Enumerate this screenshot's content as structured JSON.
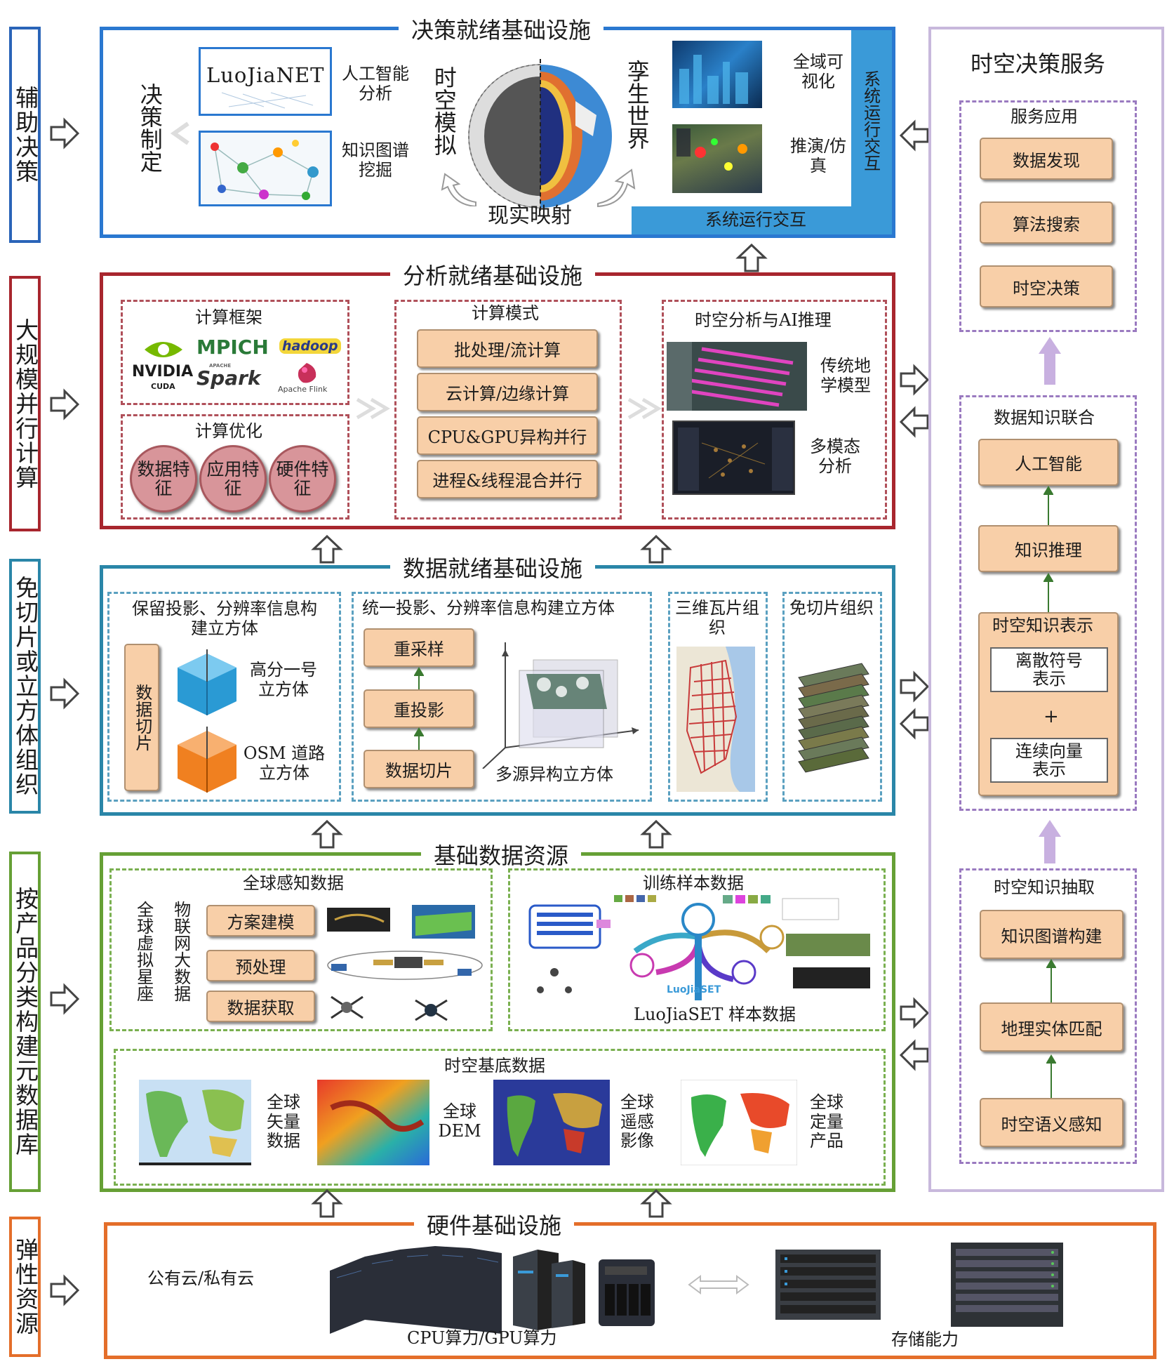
{
  "left_labels": [
    "辅助决策",
    "大规模并行计算",
    "免切片或立方体组织",
    "按产品分类构建元数据库",
    "弹性资源"
  ],
  "decision": {
    "title": "决策就绪基础设施",
    "decide": "决策制定",
    "luojianet": "LuoJiaNET",
    "ai": "人工智能分析",
    "kg": "知识图谱挖掘",
    "sim": "时空模拟",
    "twin": "孪生世界",
    "mapping": "现实映射",
    "viz": "全域可视化",
    "deduce": "推演/仿真",
    "interact_v": "系统运行交互",
    "interact_h": "系统运行交互"
  },
  "analysis": {
    "title": "分析就绪基础设施",
    "framework": "计算框架",
    "logos": {
      "nvidia": "NVIDIA",
      "cuda": "CUDA",
      "mpich": "MPICH",
      "hadoop": "hadoop",
      "spark": "Spark",
      "apache": "APACHE",
      "flink": "Apache Flink"
    },
    "optimize": "计算优化",
    "circles": [
      "数据特征",
      "应用特征",
      "硬件特征"
    ],
    "mode": "计算模式",
    "modes": [
      "批处理/流计算",
      "云计算/边缘计算",
      "CPU&GPU异构并行",
      "进程&线程混合并行"
    ],
    "st": "时空分析与AI推理",
    "geo": "传统地学模型",
    "multi": "多模态分析"
  },
  "data_ready": {
    "title": "数据就绪基础设施",
    "keep": "保留投影、分辨率信息构建立方体",
    "slice": "数据切片",
    "gf": "高分一号立方体",
    "osm": "OSM 道路立方体",
    "unify": "统一投影、分辨率信息构建立方体",
    "steps": [
      "重采样",
      "重投影",
      "数据切片"
    ],
    "multi": "多源异构立方体",
    "tile3d": "三维瓦片组织",
    "notile": "免切片组织"
  },
  "base": {
    "title": "基础数据资源",
    "global": "全球感知数据",
    "vc": "全球虚拟星座",
    "iot": "物联网大数据",
    "steps": [
      "方案建模",
      "预处理",
      "数据获取"
    ],
    "train": "训练样本数据",
    "set": "LuoJiaSET 样本数据",
    "setlogo": "LuoJiaSET",
    "st": "时空基底数据",
    "items": [
      "全球矢量数据",
      "全球DEM",
      "全球遥感影像",
      "全球定量产品"
    ]
  },
  "hardware": {
    "title": "硬件基础设施",
    "cloud": "公有云/私有云",
    "cpu": "CPU算力/GPU算力",
    "storage": "存储能力"
  },
  "service": {
    "title": "时空决策服务",
    "app": "服务应用",
    "apps": [
      "数据发现",
      "算法搜索",
      "时空决策"
    ],
    "fusion": "数据知识联合",
    "fsteps": [
      "人工智能",
      "知识推理"
    ],
    "repr": "时空知识表示",
    "disc": "离散符号表示",
    "plus": "+",
    "cont": "连续向量表示",
    "extract": "时空知识抽取",
    "esteps": [
      "知识图谱构建",
      "地理实体匹配",
      "时空语义感知"
    ]
  }
}
